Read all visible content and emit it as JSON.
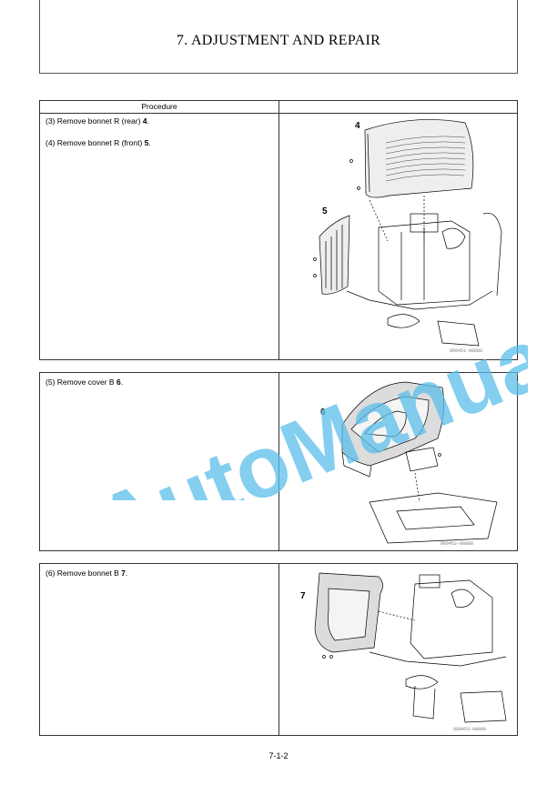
{
  "header": {
    "title": "7. ADJUSTMENT AND REPAIR"
  },
  "table_header": {
    "procedure": "Procedure"
  },
  "sections": [
    {
      "steps": [
        {
          "prefix": "(3)  Remove bonnet R (rear) ",
          "part": "4",
          "suffix": "."
        },
        {
          "prefix": "(4)  Remove bonnet R (front) ",
          "part": "5",
          "suffix": "."
        }
      ],
      "callouts": [
        "4",
        "5"
      ],
      "figure_code": "060451-00800"
    },
    {
      "steps": [
        {
          "prefix": "(5)  Remove cover B ",
          "part": "6",
          "suffix": "."
        }
      ],
      "callouts": [
        "6"
      ],
      "figure_code": "060452-00800"
    },
    {
      "steps": [
        {
          "prefix": "(6)  Remove bonnet B ",
          "part": "7",
          "suffix": "."
        }
      ],
      "callouts": [
        "7"
      ],
      "figure_code": "060453-00800"
    }
  ],
  "watermark": {
    "text": "AutoManual",
    "color": "#5bbde9"
  },
  "footer": {
    "page_number": "7-1-2"
  }
}
